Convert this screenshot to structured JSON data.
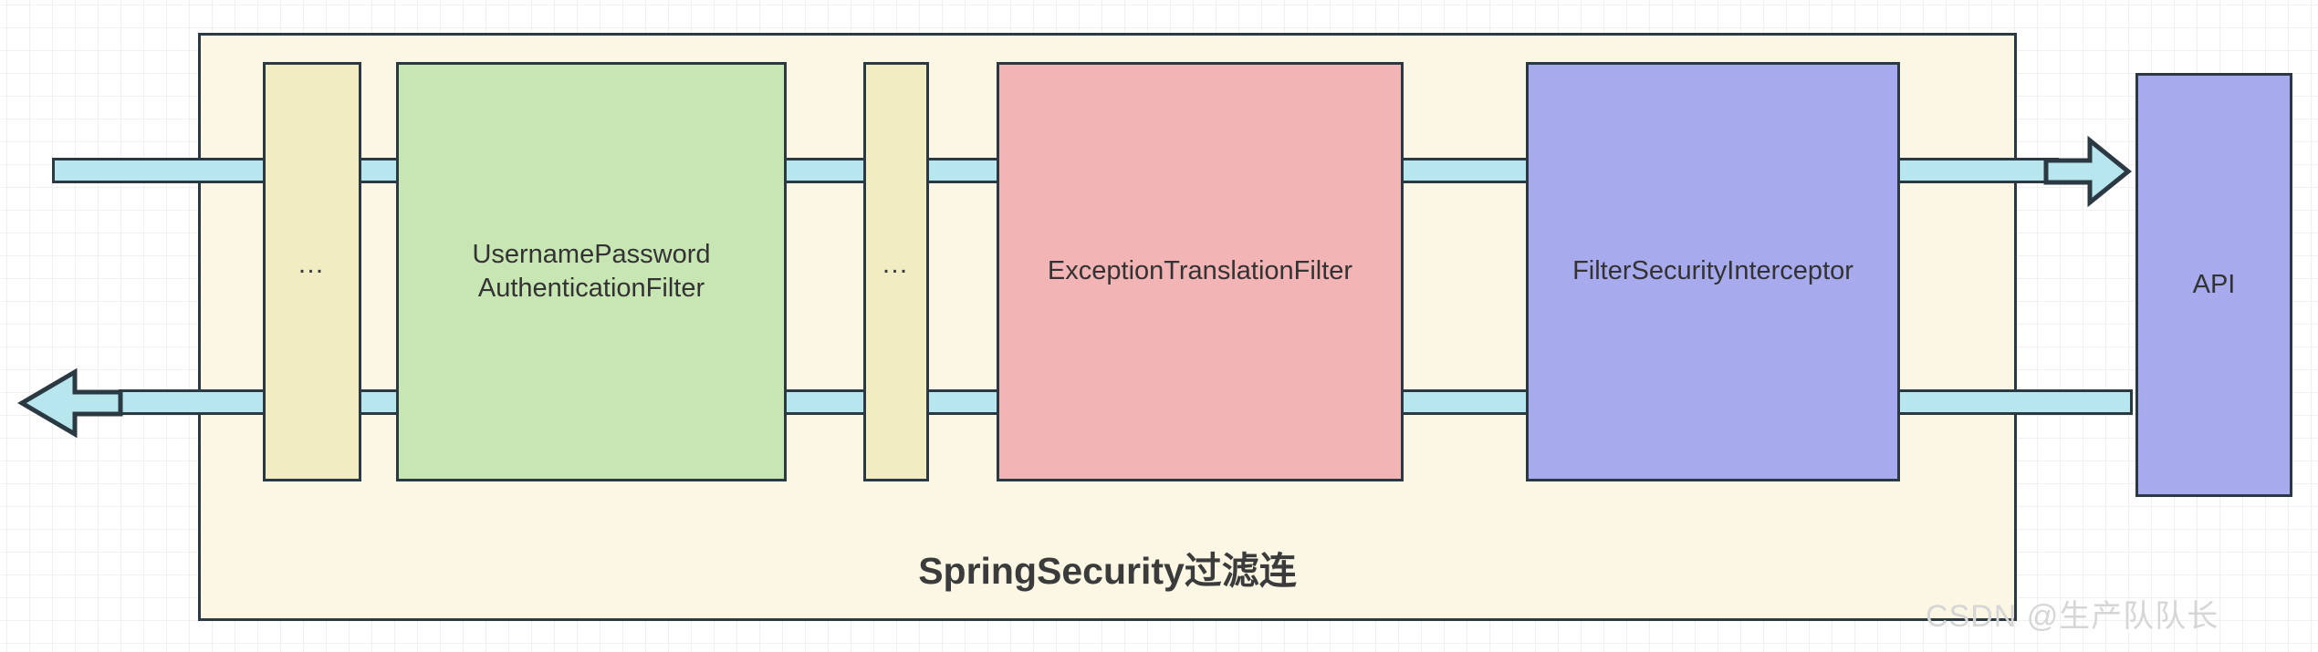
{
  "diagram": {
    "title": "SpringSecurity过滤连",
    "watermark": "CSDN @生产队队长",
    "colors": {
      "container_fill": "#fbf7e4",
      "stroke": "#2b3a42",
      "flow_band": "#b7e6ee",
      "ellipsis_fill": "#f2ecc2",
      "green_fill": "#c8e6b4",
      "pink_fill": "#f2b4b4",
      "purple_fill": "#a7abee",
      "grid_line": "#e4e4e4"
    },
    "filters": [
      {
        "id": "ellipsis-1",
        "label": "…"
      },
      {
        "id": "username-password-authentication-filter",
        "label": "UsernamePassword\nAuthenticationFilter",
        "line1": "UsernamePassword",
        "line2": "AuthenticationFilter"
      },
      {
        "id": "ellipsis-2",
        "label": "…"
      },
      {
        "id": "exception-translation-filter",
        "label": "ExceptionTranslationFilter"
      },
      {
        "id": "filter-security-interceptor",
        "label": "FilterSecurityInterceptor"
      }
    ],
    "endpoint": {
      "id": "api",
      "label": "API"
    },
    "flows": {
      "request_direction": "right",
      "response_direction": "left"
    }
  }
}
